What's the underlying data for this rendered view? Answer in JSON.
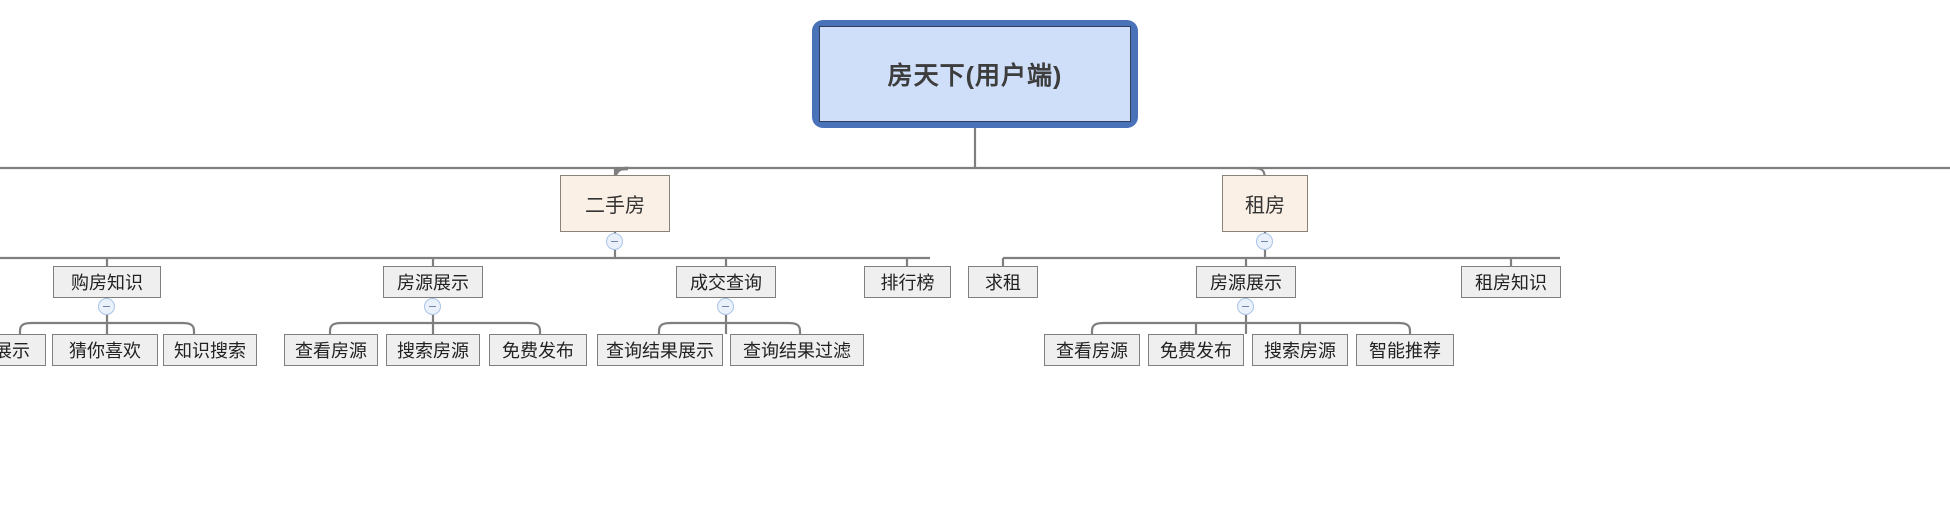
{
  "diagram": {
    "type": "tree-mindmap",
    "title": "房天下(用户端)",
    "root": {
      "label": "房天下(用户端)"
    },
    "level2": [
      {
        "label": "二手房"
      },
      {
        "label": "租房"
      }
    ],
    "level3": [
      {
        "label": "购房知识"
      },
      {
        "label": "房源展示"
      },
      {
        "label": "成交查询"
      },
      {
        "label": "排行榜"
      },
      {
        "label": "求租"
      },
      {
        "label": "房源展示"
      },
      {
        "label": "租房知识"
      }
    ],
    "level4": [
      {
        "label": "展示"
      },
      {
        "label": "猜你喜欢"
      },
      {
        "label": "知识搜索"
      },
      {
        "label": "查看房源"
      },
      {
        "label": "搜索房源"
      },
      {
        "label": "免费发布"
      },
      {
        "label": "查询结果展示"
      },
      {
        "label": "查询结果过滤"
      },
      {
        "label": "查看房源"
      },
      {
        "label": "免费发布"
      },
      {
        "label": "搜索房源"
      },
      {
        "label": "智能推荐"
      }
    ],
    "toggles": [
      {
        "name": "collapse-toggle-ershoufang",
        "state": "expanded",
        "glyph": "minus"
      },
      {
        "name": "collapse-toggle-zufang",
        "state": "expanded",
        "glyph": "minus"
      },
      {
        "name": "collapse-toggle-goufangzhishi",
        "state": "expanded",
        "glyph": "minus"
      },
      {
        "name": "collapse-toggle-fangyuanzhanshi-1",
        "state": "expanded",
        "glyph": "minus"
      },
      {
        "name": "collapse-toggle-chengjiaochaxun",
        "state": "expanded",
        "glyph": "minus"
      },
      {
        "name": "collapse-toggle-fangyuanzhanshi-2",
        "state": "expanded",
        "glyph": "minus"
      }
    ],
    "colors": {
      "root_frame": "#4a72b8",
      "root_fill": "#cfdffa",
      "level2_fill": "#fbf0e6",
      "level2_border": "#8a8378",
      "node_fill": "#efefef",
      "node_border": "#7f7f7f",
      "connector": "#7f7f7f",
      "toggle_fill": "#eaf1fb",
      "toggle_border": "#a8c4e8"
    }
  }
}
